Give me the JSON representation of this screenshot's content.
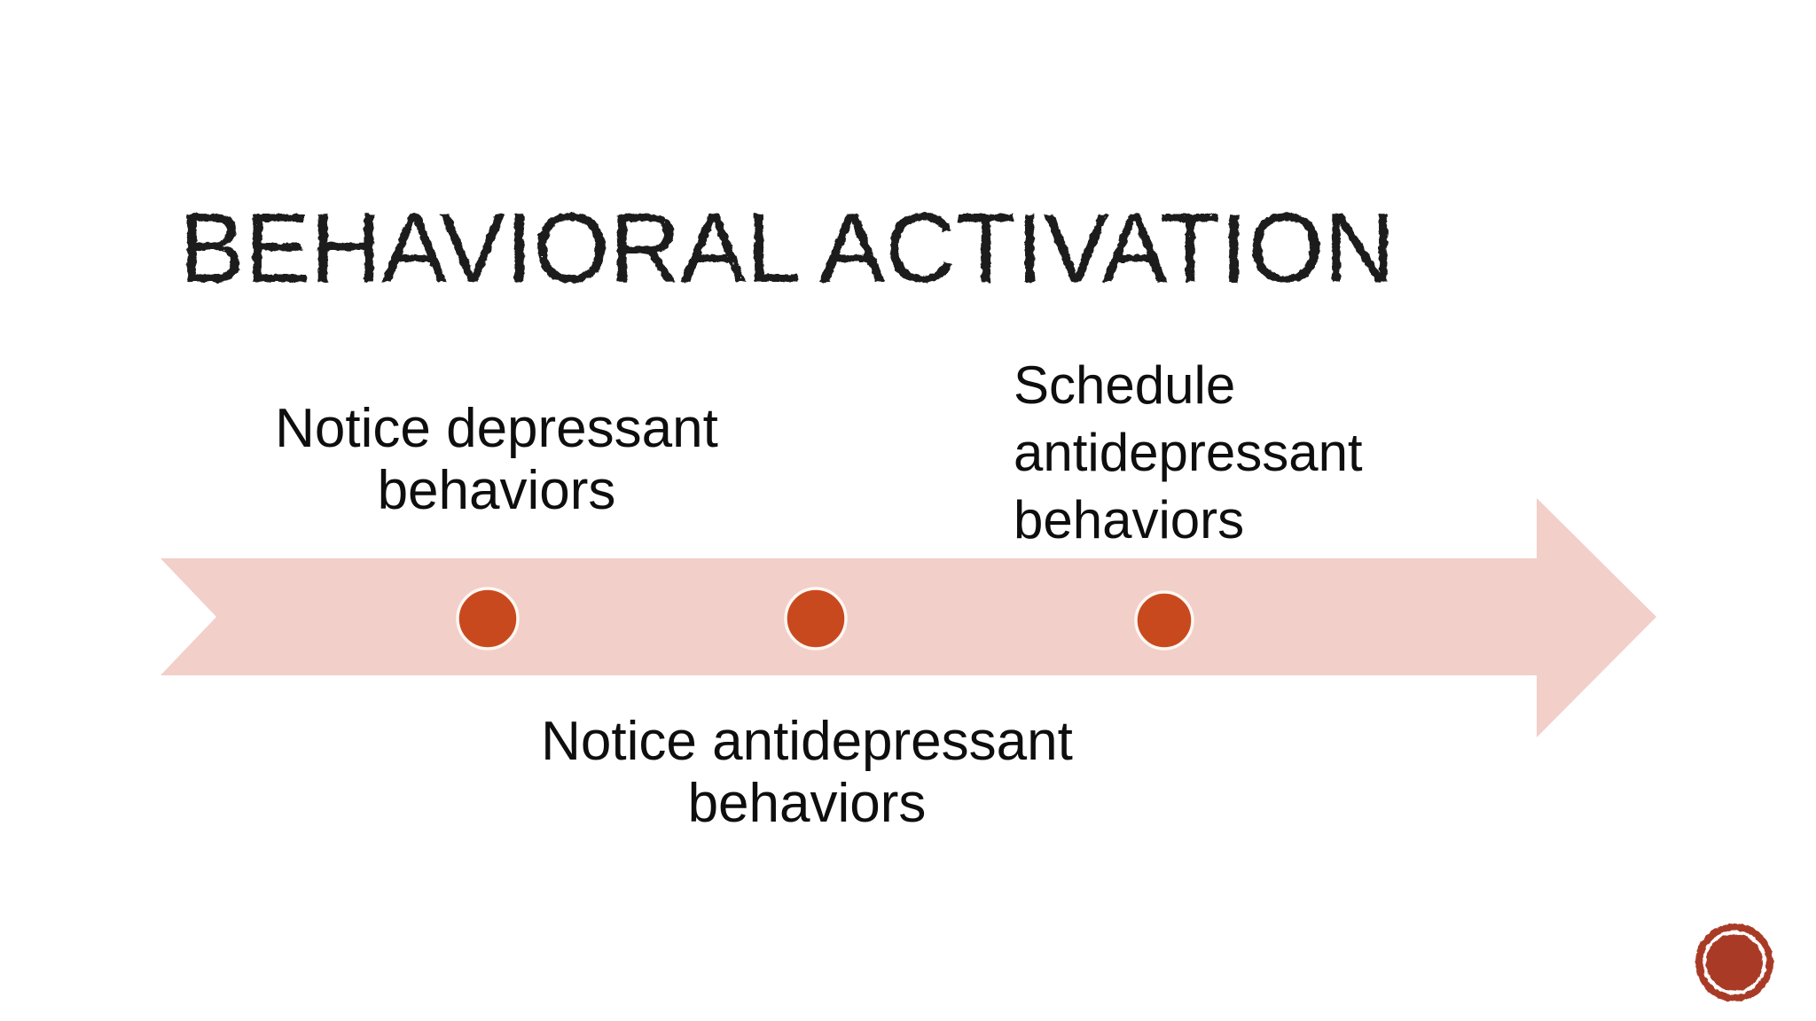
{
  "slide": {
    "title": "BEHAVIORAL ACTIVATION",
    "timeline": {
      "type": "process-arrow",
      "direction": "right",
      "steps": [
        {
          "label": "Notice depressant behaviors",
          "label_position": "above-arrow",
          "dot": true
        },
        {
          "label": "Notice antidepressant behaviors",
          "label_position": "below-arrow",
          "dot": true
        },
        {
          "label": "Schedule antidepressant behaviors",
          "label_position": "above-arrow",
          "dot": true
        }
      ]
    },
    "decorations": [
      {
        "name": "stamp-circle",
        "style": "grunge ring stamp",
        "position": "bottom-right"
      }
    ],
    "colors": {
      "background": "#ffffff",
      "title_ink": "#1a1a1a",
      "label_ink": "#0e0e0e",
      "arrow_band": "#f2cfc9",
      "step_dot": "#c9491f",
      "dot_outline": "#fdf7f2",
      "stamp": "#a93b25",
      "stamp_ring": "#ffffff"
    }
  }
}
